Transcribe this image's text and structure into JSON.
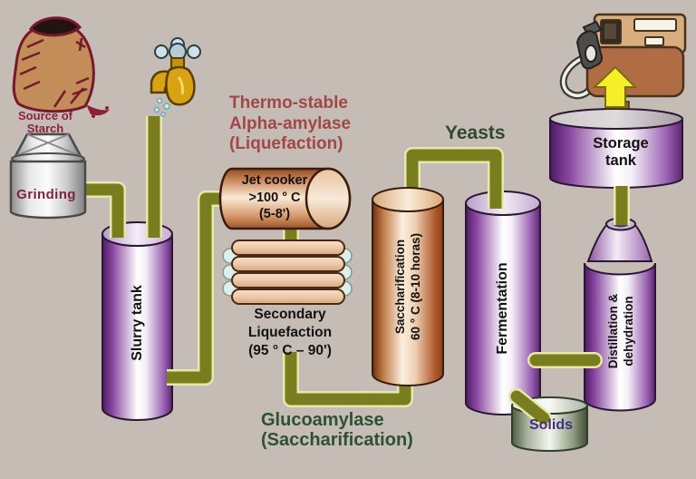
{
  "title": "Ethanol from starch production process diagram",
  "colors": {
    "background": "#c6bcb6",
    "pipe_olive": "#797d1e",
    "pipe_edge": "#e7e8ac",
    "vessel_purple": "#5e2373",
    "vessel_orange": "#b05c2e",
    "enzyme_text_red": "#a04848",
    "process_text_green": "#2d5231",
    "starch_text_red": "#8e2040",
    "solids_text_purple": "#452e7c",
    "arrow_yellow": "#f6ee28"
  },
  "graphics": {
    "sack_icon": "starch-sack-icon",
    "faucet_icon": "water-faucet-icon",
    "drops_icon": "water-drops-icon",
    "grinder_icon": "grinding-machine",
    "pump_icon": "fuel-pump-icon",
    "arrow_icon": "up-arrow-icon"
  },
  "labels": {
    "source_of_starch": {
      "lines": [
        "Source of",
        "Starch"
      ]
    },
    "grinding": "Grinding",
    "slurry_tank": "Slurry tank",
    "thermo_enzyme": {
      "lines": [
        "Thermo-stable",
        "Alpha-amylase",
        "(Liquefaction)"
      ]
    },
    "jet_cooker": {
      "lines": [
        "Jet cooker",
        ">100 ° C",
        "(5-8')"
      ]
    },
    "secondary_liquefaction": {
      "lines": [
        "Secondary",
        "Liquefaction",
        "(95 ° C – 90')"
      ]
    },
    "glucoamylase": {
      "lines": [
        "Glucoamylase",
        "(Saccharification)"
      ]
    },
    "saccharification": {
      "lines": [
        "Saccharification",
        "60 ° C (8-10 horas)"
      ]
    },
    "yeasts": "Yeasts",
    "fermentation": "Fermentation",
    "storage_tank": {
      "lines": [
        "Storage",
        "tank"
      ]
    },
    "distillation": {
      "lines": [
        "Distillation &",
        "dehydration"
      ]
    },
    "solids": "Solids"
  }
}
